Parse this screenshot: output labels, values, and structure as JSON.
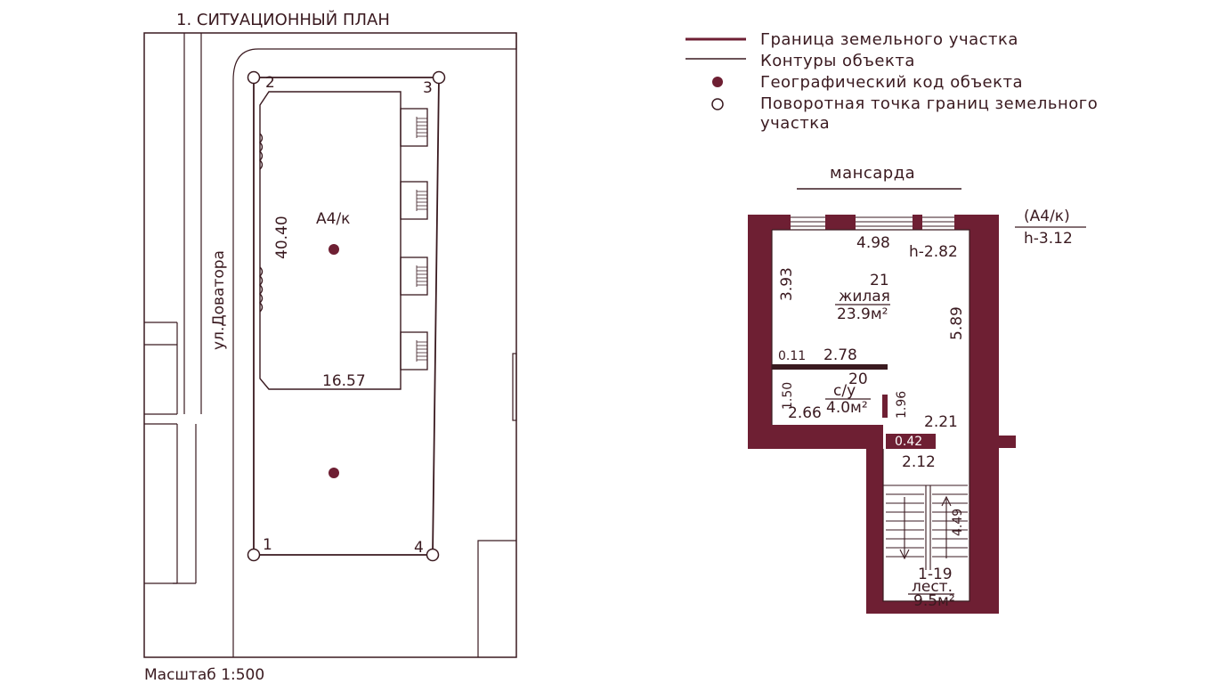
{
  "situational_plan": {
    "title": "1. СИТУАЦИОННЫЙ ПЛАН",
    "street_name": "ул.Доватора",
    "building_code": "А4/к",
    "dim_length": "40.40",
    "dim_width": "16.57",
    "corner_labels": [
      "1",
      "2",
      "3",
      "4"
    ],
    "scale": "Масштаб 1:500"
  },
  "legend": {
    "items": [
      {
        "symbol": "thick-line",
        "label": "Граница земельного участка"
      },
      {
        "symbol": "thin-line",
        "label": "Контуры объекта"
      },
      {
        "symbol": "filled-dot",
        "label": "Географический код объекта"
      },
      {
        "symbol": "open-circle",
        "label_line1": "Поворотная точка границ земельного",
        "label_line2": "участка"
      }
    ]
  },
  "floor_plan": {
    "level_title": "мансарда",
    "building_code": "(А4/к)",
    "building_height": "h-3.12",
    "room_height": "h-2.82",
    "rooms": [
      {
        "number": "21",
        "name": "жилая",
        "area": "23.9м²"
      },
      {
        "number": "20",
        "name": "с/у",
        "area": "4.0м²"
      },
      {
        "number": "1-19",
        "name": "лест.",
        "area": "9.5м²"
      }
    ],
    "dimensions": {
      "top_width": "4.98",
      "left_height": "3.93",
      "right_height": "5.89",
      "partition_offset": "0.11",
      "partition_length": "2.78",
      "bath_height": "1.50",
      "bath_width": "2.66",
      "opening_height": "1.96",
      "hall_width": "2.21",
      "door_width": "0.42",
      "stair_width": "2.12",
      "stair_length": "4.49"
    }
  },
  "colors": {
    "wall": "#6e1f33",
    "line": "#3a1a20",
    "background": "#ffffff"
  }
}
